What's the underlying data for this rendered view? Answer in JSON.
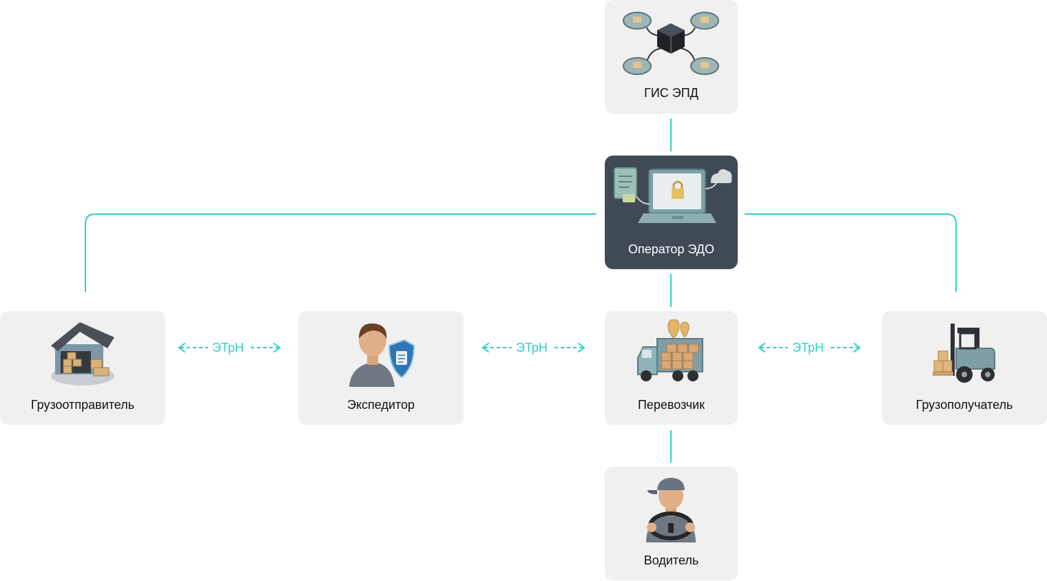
{
  "colors": {
    "accent": "#2fd0c8",
    "card": "#f0f0f0",
    "card_dark": "#3f4a55"
  },
  "nodes": {
    "gis": {
      "label": "ГИС ЭПД",
      "icon": "network-hub-icon"
    },
    "operator": {
      "label": "Оператор ЭДО",
      "icon": "secure-laptop-icon"
    },
    "shipper": {
      "label": "Грузоотправитель",
      "icon": "warehouse-icon"
    },
    "forwarder": {
      "label": "Экспедитор",
      "icon": "person-shield-icon"
    },
    "carrier": {
      "label": "Перевозчик",
      "icon": "truck-icon"
    },
    "consignee": {
      "label": "Грузополучатель",
      "icon": "forklift-icon"
    },
    "driver": {
      "label": "Водитель",
      "icon": "driver-icon"
    }
  },
  "edges": [
    {
      "label": "ЭТрН"
    },
    {
      "label": "ЭТрН"
    },
    {
      "label": "ЭТрН"
    }
  ]
}
